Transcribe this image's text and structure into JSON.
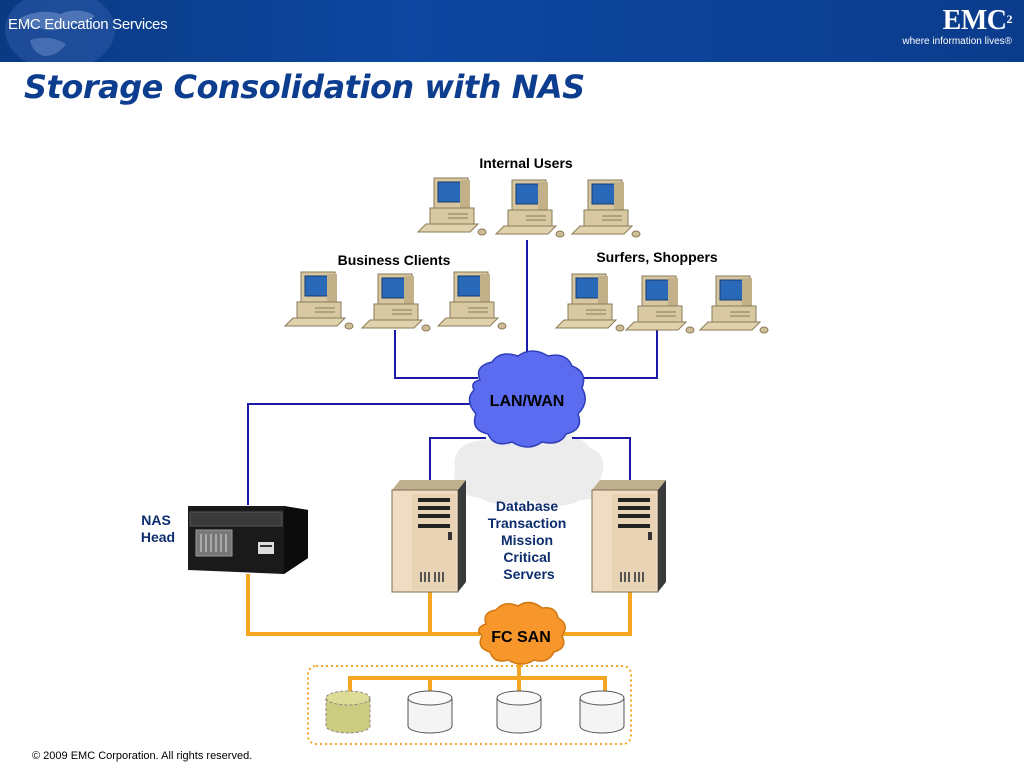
{
  "header": {
    "left_brand": "EMC Education Services",
    "right_logo": "EMC",
    "right_logo_sup": "2",
    "right_tagline": "where information lives®"
  },
  "slide": {
    "title": "Storage Consolidation with NAS"
  },
  "diagram": {
    "groups": {
      "internal_users": "Internal Users",
      "business_clients": "Business Clients",
      "surfers_shoppers": "Surfers, Shoppers"
    },
    "network_cloud": "LAN/WAN",
    "san_cloud": "FC SAN",
    "nas_label": [
      "NAS",
      "Head"
    ],
    "servers_label": [
      "Database",
      "Transaction",
      "Mission",
      "Critical",
      "Servers"
    ]
  },
  "colors": {
    "header_blue": "#0d47a1",
    "title_blue": "#0d3d8e",
    "network_line": "#1a1aa6",
    "cloud_fill": "#5b6cf0",
    "san_line": "#f5a623",
    "san_fill": "#f7962a",
    "pc_beige": "#d8c8a0",
    "disk_fill": "#f2f2f2",
    "disk_highlight": "#cccc80"
  },
  "footer": {
    "copyright": "© 2009 EMC Corporation. All rights reserved."
  }
}
